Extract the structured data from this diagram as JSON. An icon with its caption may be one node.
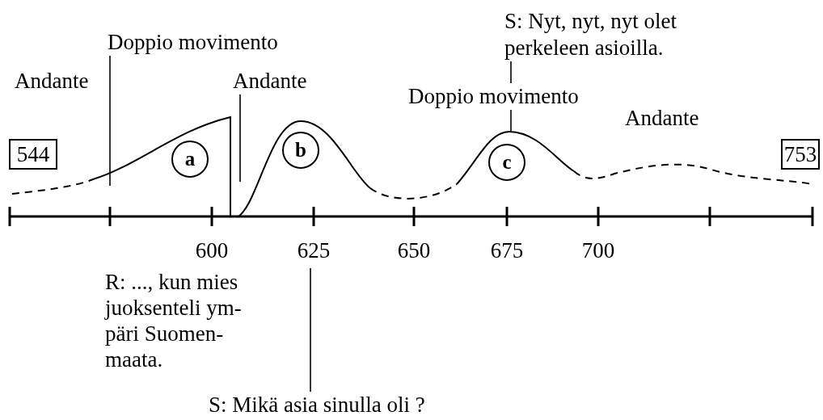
{
  "diagram": {
    "nodes": [
      {
        "text": [
          "Doppio movimento"
        ]
      },
      {
        "text": [
          "Andante"
        ]
      },
      {
        "text": [
          "S: Nyt, nyt, nyt olet perkeleen asioilla."
        ]
      },
      {
        "text": [
          "Doppio movimento"
        ]
      },
      {
        "text": [
          "544"
        ]
      },
      {
        "text": [
          "a"
        ]
      },
      {
        "text": [
          "b"
        ]
      },
      {
        "text": [
          "c"
        ]
      },
      {
        "text": [
          "753"
        ]
      },
      {
        "text": [
          "S: Mikä asia sinulla oli ?"
        ]
      }
    ],
    "edges": [
      {
        "from": 0,
        "to": null,
        "arrow": "none"
      },
      {
        "from": 1,
        "to": null,
        "arrow": "none"
      },
      {
        "from": 2,
        "to": 3,
        "arrow": "none"
      },
      {
        "from": 3,
        "to": null,
        "arrow": "none"
      },
      {
        "from": 9,
        "to": null,
        "arrow": "none"
      }
    ],
    "labels": [
      "Andante",
      "Andante",
      "600",
      "625",
      "650",
      "675",
      "700",
      "R: ..., kun mies juoksenteli ym- päri Suomen- maata."
    ]
  }
}
